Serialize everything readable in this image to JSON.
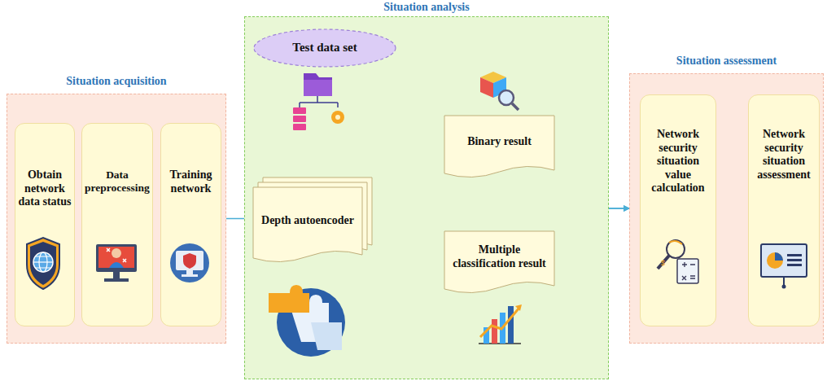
{
  "diagram": {
    "nodes": [
      {
        "text": [
          "Situation acquisition"
        ]
      },
      {
        "text": [
          "Obtain network data status"
        ],
        "in": 0
      },
      {
        "text": [
          "Data preprocessing"
        ],
        "in": 0
      },
      {
        "text": [
          "Training network"
        ],
        "in": 0
      },
      {
        "text": [
          "Situation analysis"
        ]
      },
      {
        "text": [
          "Test data set"
        ],
        "in": 4
      },
      {
        "text": [
          "Depth autoencoder"
        ],
        "in": 4
      },
      {
        "text": [
          "Binary result"
        ],
        "in": 4
      },
      {
        "text": [
          "Multiple classification result"
        ],
        "in": 4
      },
      {
        "text": [
          "Situation assessment"
        ]
      },
      {
        "text": [
          "Network security situation value calculation"
        ],
        "in": 9
      },
      {
        "text": [
          "Network security situation assessment"
        ],
        "in": 9
      }
    ],
    "edges": [
      {
        "from": 0,
        "to": 6,
        "arrow": "to"
      },
      {
        "from": 6,
        "to": 7,
        "arrow": "to"
      },
      {
        "from": 6,
        "to": 8,
        "arrow": "to"
      },
      {
        "from": 7,
        "to": 9,
        "arrow": "to"
      },
      {
        "from": 8,
        "to": 9,
        "arrow": "to"
      },
      {
        "from": 10,
        "to": 11,
        "arrow": "to"
      }
    ]
  }
}
